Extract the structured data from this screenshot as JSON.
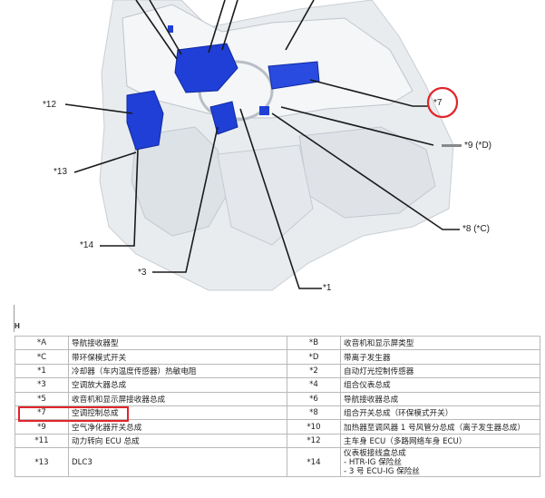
{
  "figure": {
    "callouts": [
      {
        "id": "c7",
        "text": "*7"
      },
      {
        "id": "c9",
        "text": "*9 (*D)"
      },
      {
        "id": "c12",
        "text": "*12"
      },
      {
        "id": "c13",
        "text": "*13"
      },
      {
        "id": "c14",
        "text": "*14"
      },
      {
        "id": "c3",
        "text": "*3"
      },
      {
        "id": "c1",
        "text": "*1"
      },
      {
        "id": "c8",
        "text": "*8 (*C)"
      }
    ],
    "marker": "H",
    "colors": {
      "highlight": "#e1242b",
      "component_blue": "#1f3fd6",
      "line": "#1a1a1a"
    }
  },
  "legend": {
    "rows": [
      {
        "c1": "*A",
        "d1": "导航接收器型",
        "c2": "*B",
        "d2": "收音机和显示屏类型"
      },
      {
        "c1": "*C",
        "d1": "带环保模式开关",
        "c2": "*D",
        "d2": "带离子发生器"
      },
      {
        "c1": "*1",
        "d1": "冷却器（车内温度传感器）热敏电阻",
        "c2": "*2",
        "d2": "自动灯光控制传感器"
      },
      {
        "c1": "*3",
        "d1": "空调放大器总成",
        "c2": "*4",
        "d2": "组合仪表总成"
      },
      {
        "c1": "*5",
        "d1": "收音机和显示屏接收器总成",
        "c2": "*6",
        "d2": "导航接收器总成"
      },
      {
        "c1": "*7",
        "d1": "空调控制总成",
        "c2": "*8",
        "d2": "组合开关总成（环保模式开关）"
      },
      {
        "c1": "*9",
        "d1": "空气净化器开关总成",
        "c2": "*10",
        "d2": "加热器至调风器 1 号风管分总成（离子发生器总成）"
      },
      {
        "c1": "*11",
        "d1": "动力转向 ECU 总成",
        "c2": "*12",
        "d2": "主车身 ECU（多路网络车身 ECU）"
      },
      {
        "c1": "*13",
        "d1": "DLC3",
        "c2": "*14",
        "d2_lines": [
          "仪表板接线盒总成",
          "- HTR-IG 保险丝",
          "- 3 号 ECU-IG 保险丝"
        ]
      }
    ]
  }
}
